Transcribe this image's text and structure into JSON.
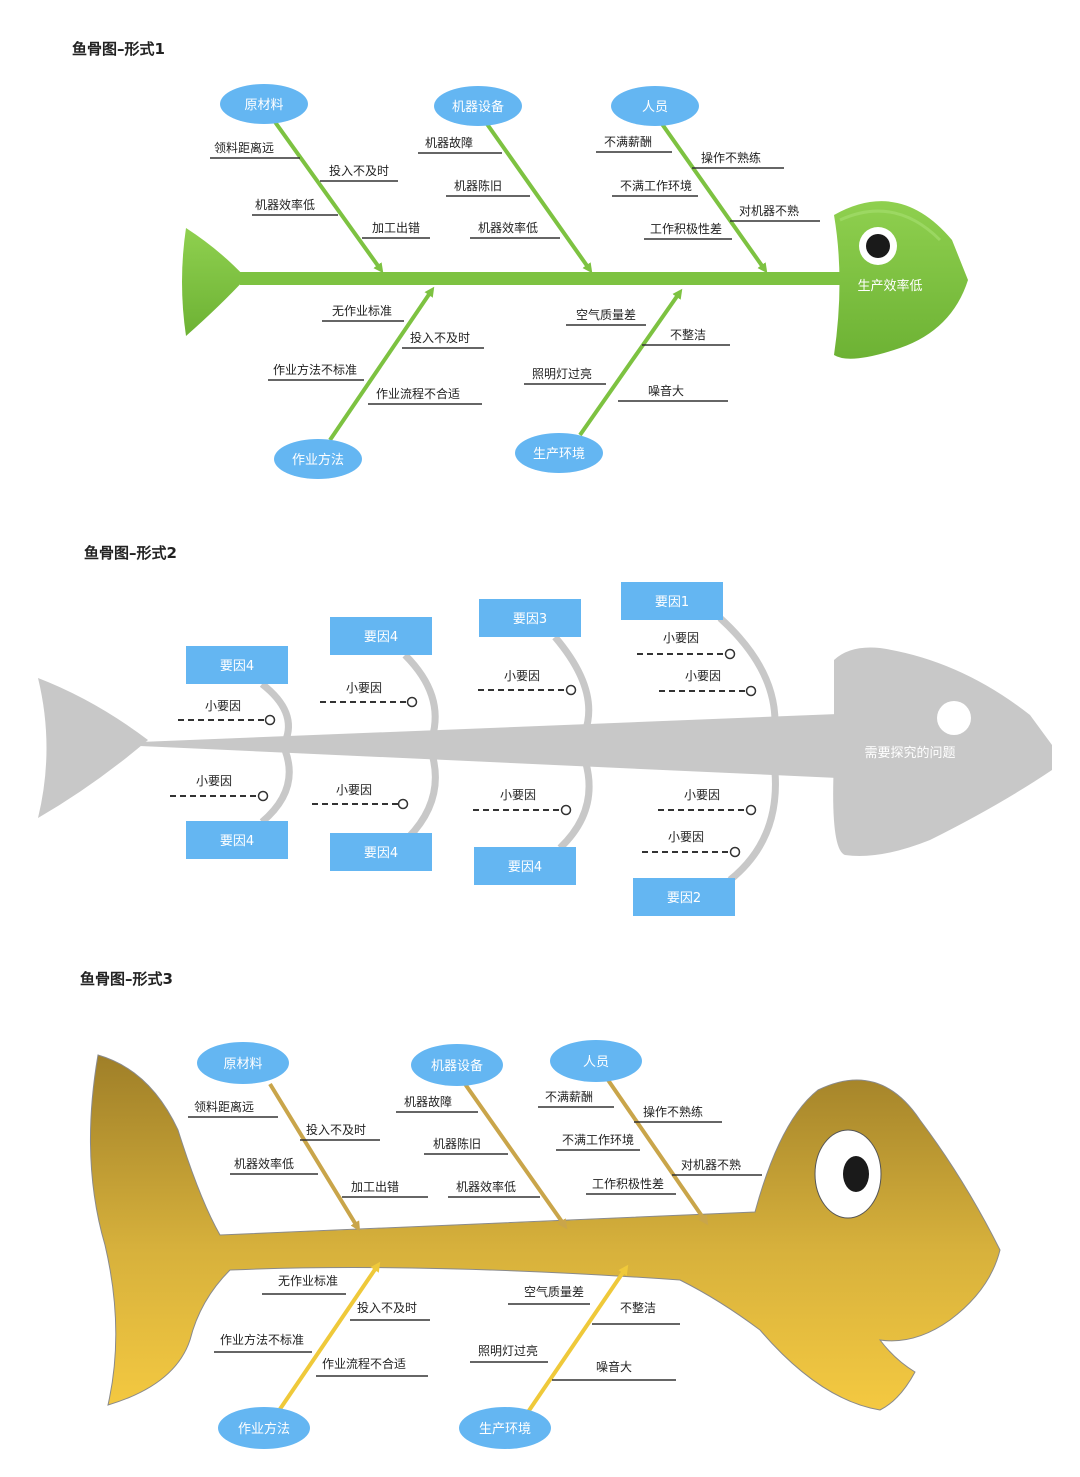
{
  "titles": [
    "鱼骨图–形式1",
    "鱼骨图–形式2",
    "鱼骨图–形式3"
  ],
  "colors": {
    "green": "#7dc241",
    "green_dark": "#5fa22e",
    "oval_blue": "#64b6f2",
    "grey": "#c8c8c8",
    "box_blue": "#64b6f2",
    "gold_top": "#a3832a",
    "gold_bottom": "#f2c640",
    "gold_arrow": "#c9a54a",
    "yellow_arrow": "#efc93a"
  },
  "diagram1": {
    "head_label": "生产效率低",
    "causes": {
      "materials": {
        "label": "原材料",
        "items": [
          "领料距离远",
          "投入不及时",
          "机器效率低",
          "加工出错"
        ]
      },
      "machines": {
        "label": "机器设备",
        "items": [
          "机器故障",
          "机器陈旧",
          "机器效率低"
        ]
      },
      "people": {
        "label": "人员",
        "items": [
          "不满薪酬",
          "操作不熟练",
          "不满工作环境",
          "对机器不熟",
          "工作积极性差"
        ]
      },
      "methods": {
        "label": "作业方法",
        "items": [
          "无作业标准",
          "投入不及时",
          "作业方法不标准",
          "作业流程不合适"
        ]
      },
      "environment": {
        "label": "生产环境",
        "items": [
          "空气质量差",
          "不整洁",
          "照明灯过亮",
          "噪音大"
        ]
      }
    }
  },
  "diagram2": {
    "head_label": "需要探究的问题",
    "boxes": [
      "要因4",
      "要因4",
      "要因3",
      "要因1",
      "要因4",
      "要因4",
      "要因4",
      "要因2"
    ],
    "sub_label": "小要因"
  },
  "diagram3": {
    "causes": {
      "materials": {
        "label": "原材料",
        "items": [
          "领料距离远",
          "投入不及时",
          "机器效率低",
          "加工出错"
        ]
      },
      "machines": {
        "label": "机器设备",
        "items": [
          "机器故障",
          "机器陈旧",
          "机器效率低"
        ]
      },
      "people": {
        "label": "人员",
        "items": [
          "不满薪酬",
          "操作不熟练",
          "不满工作环境",
          "对机器不熟",
          "工作积极性差"
        ]
      },
      "methods": {
        "label": "作业方法",
        "items": [
          "无作业标准",
          "投入不及时",
          "作业方法不标准",
          "作业流程不合适"
        ]
      },
      "environment": {
        "label": "生产环境",
        "items": [
          "空气质量差",
          "不整洁",
          "照明灯过亮",
          "噪音大"
        ]
      }
    }
  }
}
